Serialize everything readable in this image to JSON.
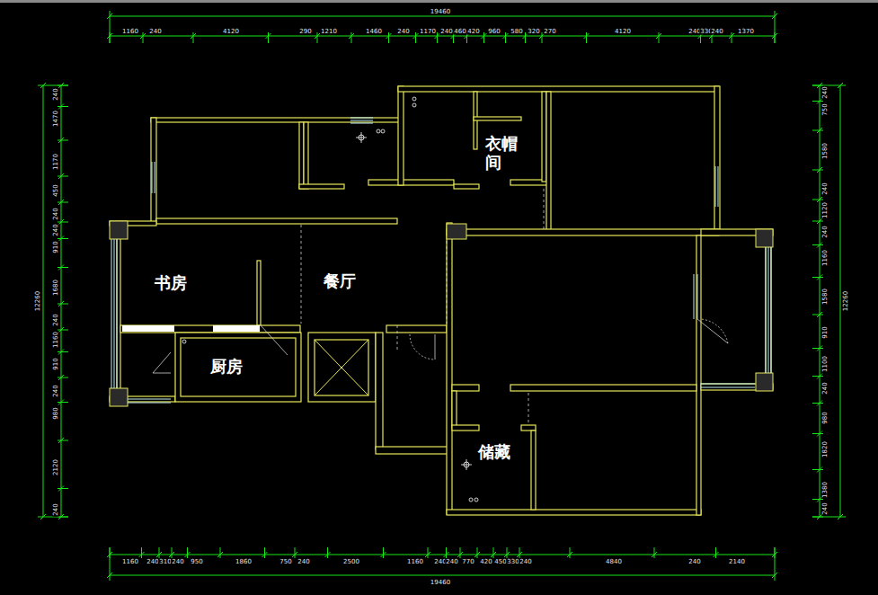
{
  "diagram": {
    "labels": [
      "书房",
      "餐厅",
      "厨房",
      "衣帽 间",
      "储藏",
      "19460",
      "1160",
      "240",
      "4120",
      "290",
      "1210",
      "1460",
      "240",
      "1170",
      "240",
      "460",
      "420",
      "960",
      "580",
      "320",
      "270",
      "4120",
      "240",
      "330",
      "240",
      "1370",
      "19460",
      "1160",
      "240",
      "310",
      "240",
      "950",
      "1860",
      "750",
      "240",
      "2500",
      "1160",
      "240",
      "240",
      "770",
      "420",
      "450",
      "330",
      "240",
      "4840",
      "240",
      "2140",
      "12260",
      "240",
      "1470",
      "1170",
      "450",
      "240",
      "240",
      "910",
      "1680",
      "240",
      "1160",
      "910",
      "240",
      "980",
      "2120",
      "240",
      "12260",
      "240",
      "750",
      "1580",
      "240",
      "1120",
      "240",
      "1160",
      "1580",
      "910",
      "1100",
      "240",
      "980",
      "1820",
      "1380",
      "240"
    ]
  }
}
